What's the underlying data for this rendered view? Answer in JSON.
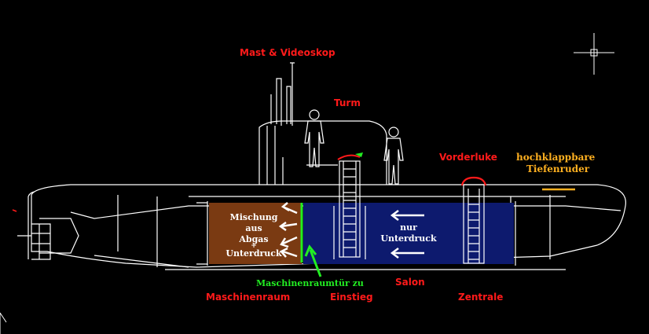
{
  "labels": {
    "mast": "Mast & Videoskop",
    "turm": "Turm",
    "vorderluke": "Vorderluke",
    "tiefenruder_line1": "hochklappbare",
    "tiefenruder_line2": "Tiefenruder",
    "maschinenraumtuer": "Maschinenraumtür zu",
    "salon": "Salon",
    "maschinenraum": "Maschinenraum",
    "einstieg": "Einstieg",
    "zentrale": "Zentrale"
  },
  "annotations": {
    "mix_line1": "Mischung",
    "mix_line2": "aus",
    "mix_line3": "Abgas",
    "mix_line4": "+",
    "mix_line5": "Unterdruck",
    "vac_line1": "nur",
    "vac_line2": "Unterdruck"
  },
  "colors": {
    "background": "#000000",
    "outline": "#ffffff",
    "engine_room_fill": "#7a3a12",
    "cabin_fill": "#0d1a6e",
    "label_red": "#ff1a1a",
    "label_orange": "#ffb020",
    "door_green": "#22ee22"
  }
}
